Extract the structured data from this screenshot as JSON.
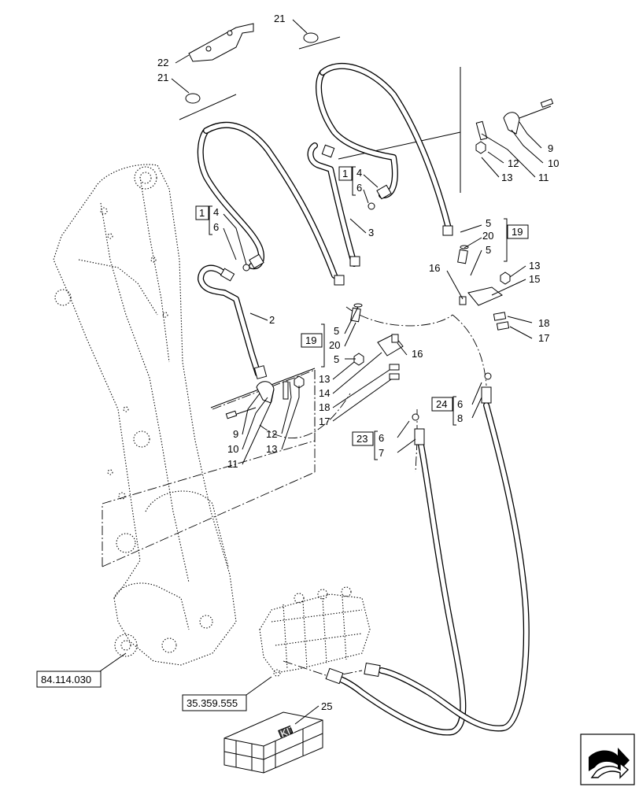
{
  "callouts": {
    "c22": "22",
    "c21a": "21",
    "c21b": "21",
    "c4a": "4",
    "c6a": "6",
    "c2": "2",
    "c4b": "4",
    "c6b": "6",
    "c3": "3",
    "c9a": "9",
    "c10a": "10",
    "c11a": "11",
    "c12a": "12",
    "c13a": "13",
    "c5a": "5",
    "c20a": "20",
    "c5b": "5",
    "c16a": "16",
    "c13b": "13",
    "c15": "15",
    "c18a": "18",
    "c17a": "17",
    "c5c": "5",
    "c20b": "20",
    "c5d": "5",
    "c16b": "16",
    "c13c": "13",
    "c14": "14",
    "c18b": "18",
    "c17b": "17",
    "c9b": "9",
    "c10b": "10",
    "c11b": "11",
    "c12b": "12",
    "c13d": "13",
    "c6c": "6",
    "c8": "8",
    "c6d": "6",
    "c7": "7",
    "c25": "25"
  },
  "ref_boxes": {
    "r1a": "1",
    "r1b": "1",
    "r19a": "19",
    "r19b": "19",
    "r24": "24",
    "r23": "23"
  },
  "section_refs": {
    "loader_arm": "84.114.030",
    "control_valve": "35.359.555"
  },
  "crate_text": "KIT",
  "nav_icon": "next-page-arrow-icon"
}
